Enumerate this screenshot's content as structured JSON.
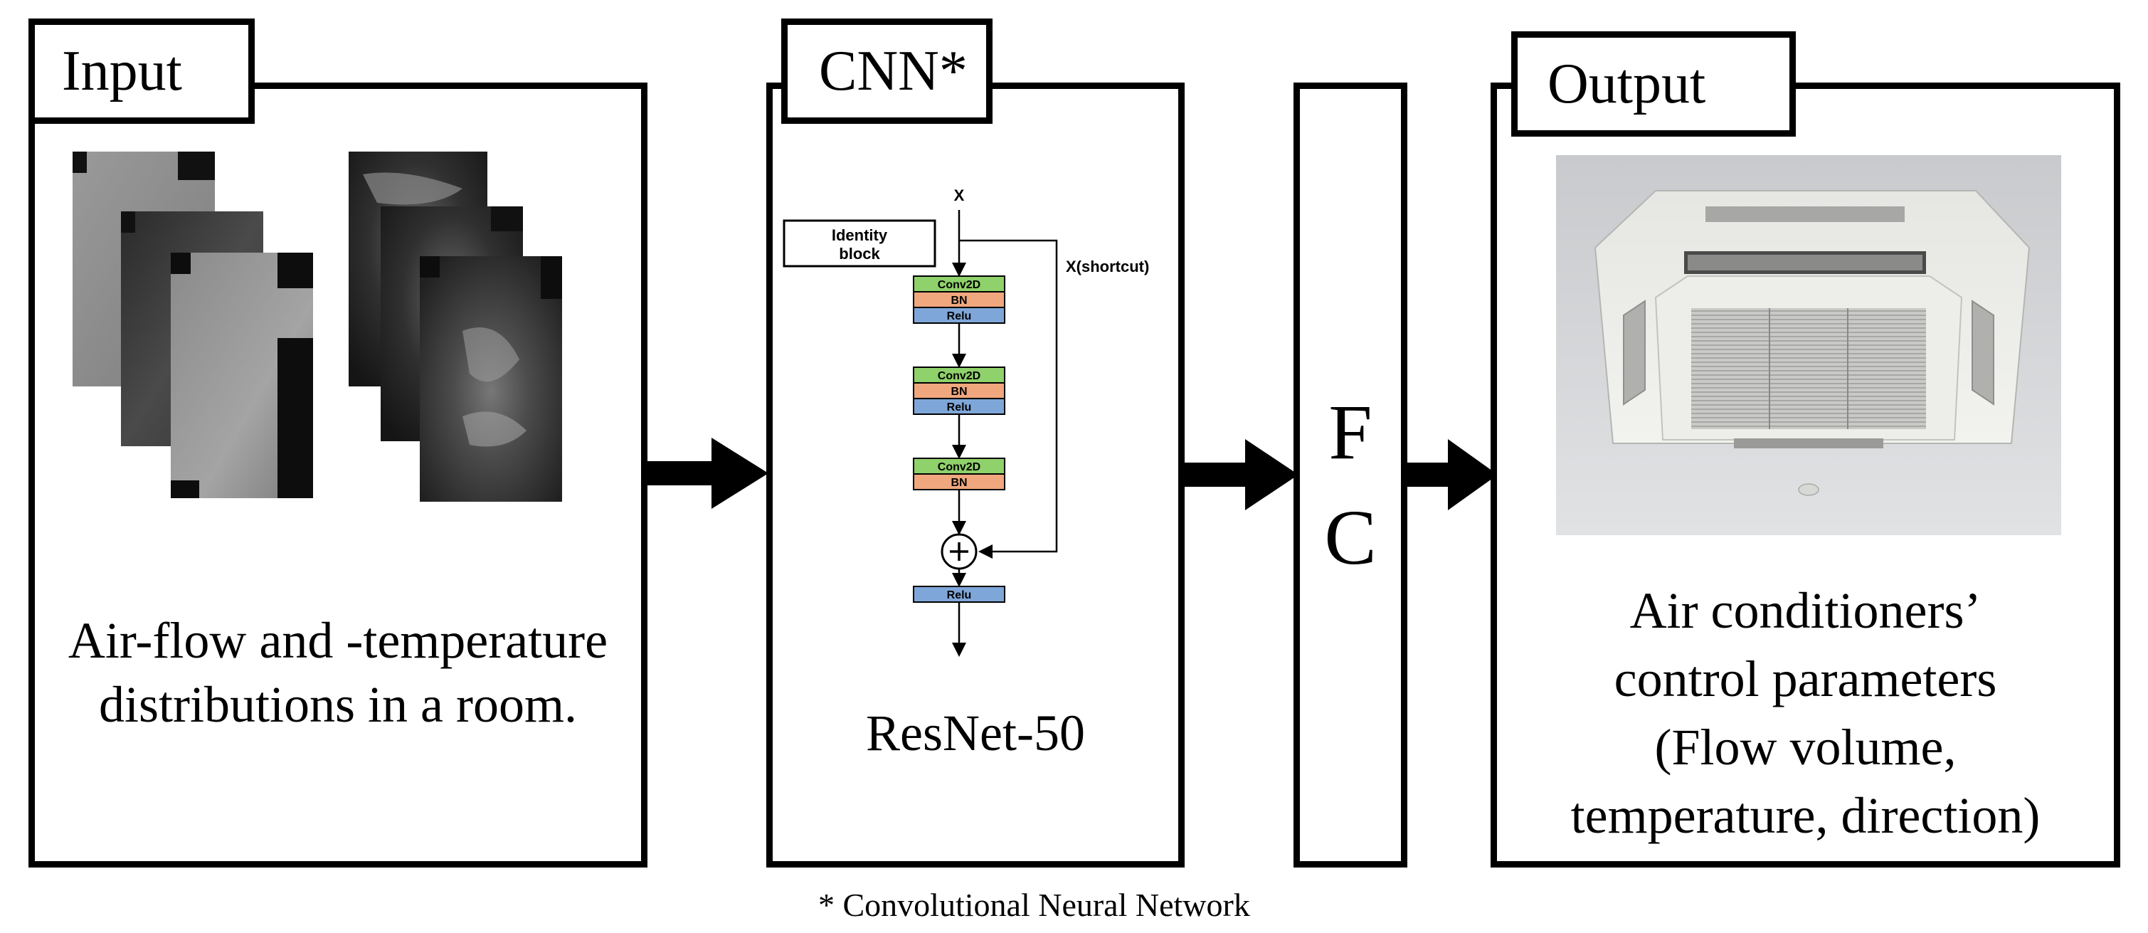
{
  "input": {
    "title": "Input",
    "caption_line1": "Air-flow and -temperature",
    "caption_line2": "distributions in a room."
  },
  "cnn": {
    "title": "CNN*",
    "model_name": "ResNet-50",
    "block": {
      "label_identity": "Identity",
      "label_block": "block",
      "input_label": "X",
      "shortcut_label": "X(shortcut)",
      "layers": [
        {
          "conv": "Conv2D",
          "bn": "BN",
          "relu": "Relu"
        },
        {
          "conv": "Conv2D",
          "bn": "BN",
          "relu": "Relu"
        },
        {
          "conv": "Conv2D",
          "bn": "BN"
        }
      ],
      "final_relu": "Relu",
      "colors": {
        "conv": "#8fd16a",
        "bn": "#f0a77e",
        "relu": "#7fa6d8"
      }
    }
  },
  "fc": {
    "letter1": "F",
    "letter2": "C"
  },
  "output": {
    "title": "Output",
    "caption_line1": "Air conditioners’",
    "caption_line2": "control parameters",
    "caption_line3": "(Flow volume,",
    "caption_line4": "temperature, direction)"
  },
  "footnote": "* Convolutional Neural Network"
}
